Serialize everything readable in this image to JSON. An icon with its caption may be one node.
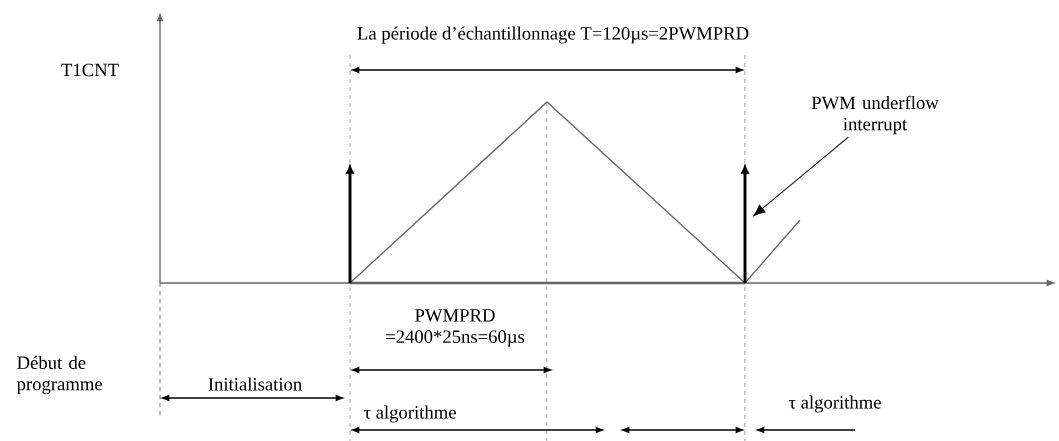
{
  "diagram": {
    "nodes": [
      {
        "text": [
          "PWM underflow interrupt"
        ]
      },
      {
        "text": [],
        "shape": "arrow"
      },
      {
        "text": [],
        "shape": "arrow"
      }
    ],
    "edges": [
      {
        "from": 0,
        "to": 2,
        "arrow": "to"
      }
    ],
    "labels": [
      "La période d’échantillonnage T=120µs=2PWMPRD",
      "T1CNT",
      "PWMPRD =2400*25ns=60µs",
      "Début de programme",
      "Initialisation",
      "τ algorithme",
      "τ algorithme"
    ]
  }
}
